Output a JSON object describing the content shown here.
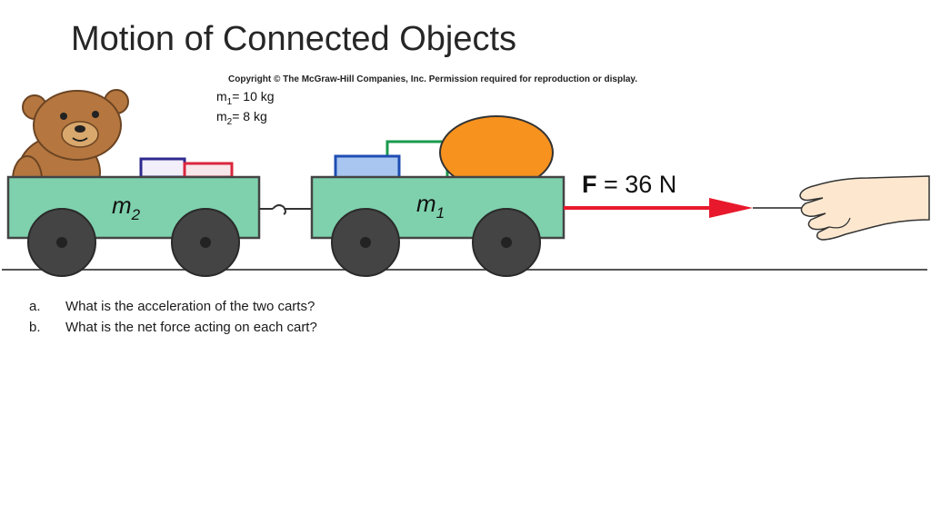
{
  "slide": {
    "title": "Motion of Connected Objects",
    "copyright": "Copyright © The McGraw-Hill Companies, Inc. Permission required for reproduction or display."
  },
  "masses": {
    "m1": {
      "symbol": "m",
      "sub": "1",
      "value": "= 10 kg"
    },
    "m2": {
      "symbol": "m",
      "sub": "2",
      "value": "= 8 kg"
    }
  },
  "figure": {
    "cart_left_label": "m",
    "cart_left_sub": "2",
    "cart_right_label": "m",
    "cart_right_sub": "1",
    "force_symbol": "F",
    "force_rest": " = 36 N",
    "colors": {
      "cart": "#7fd1ad",
      "wheel": "#444444",
      "arrow": "#e8192c",
      "ball": "#f7921e",
      "bear": "#b5773f"
    }
  },
  "questions": [
    {
      "letter": "a.",
      "text": "What is the acceleration of the two carts?"
    },
    {
      "letter": "b.",
      "text": "What is the net force acting on each cart?"
    }
  ]
}
